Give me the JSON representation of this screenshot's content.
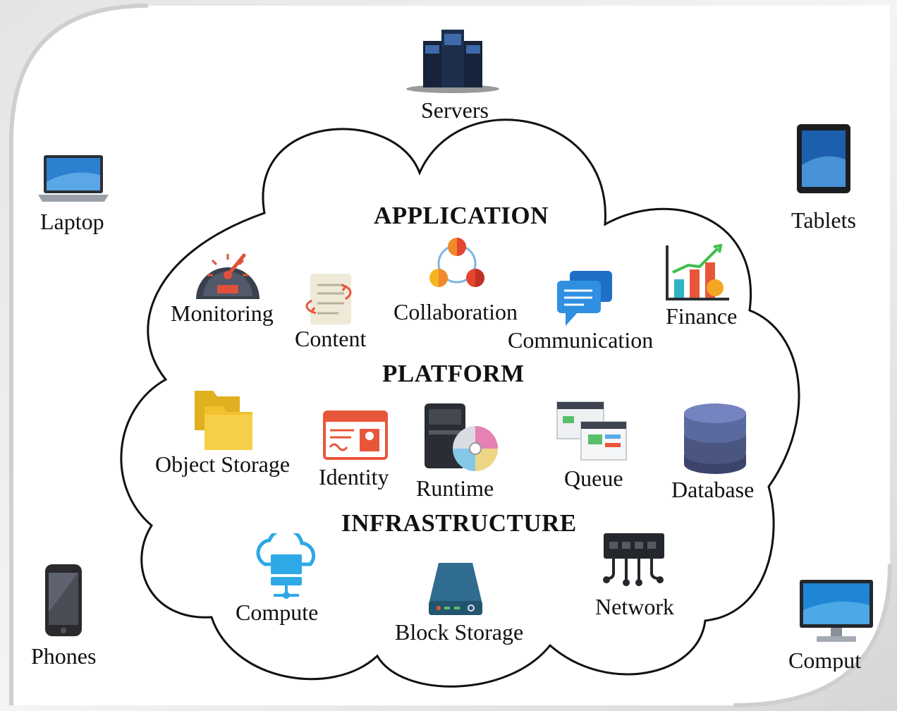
{
  "diagram": {
    "outer_devices": {
      "servers": "Servers",
      "laptop": "Laptop",
      "tablets": "Tablets",
      "phones": "Phones",
      "computers": "Comput"
    },
    "layers": {
      "application": {
        "title": "APPLICATION",
        "items": [
          "Monitoring",
          "Content",
          "Collaboration",
          "Communication",
          "Finance"
        ]
      },
      "platform": {
        "title": "PLATFORM",
        "items": [
          "Object Storage",
          "Identity",
          "Runtime",
          "Queue",
          "Database"
        ]
      },
      "infrastructure": {
        "title": "INFRASTRUCTURE",
        "items": [
          "Compute",
          "Block Storage",
          "Network"
        ]
      }
    },
    "colors": {
      "cloud_outline": "#111111",
      "folder_yellow": "#f2c12e",
      "database_blue": "#5a6aa0",
      "communication_blue": "#2f8fe0",
      "compute_blue": "#2ea8e6",
      "identity_red": "#e8563a"
    }
  }
}
